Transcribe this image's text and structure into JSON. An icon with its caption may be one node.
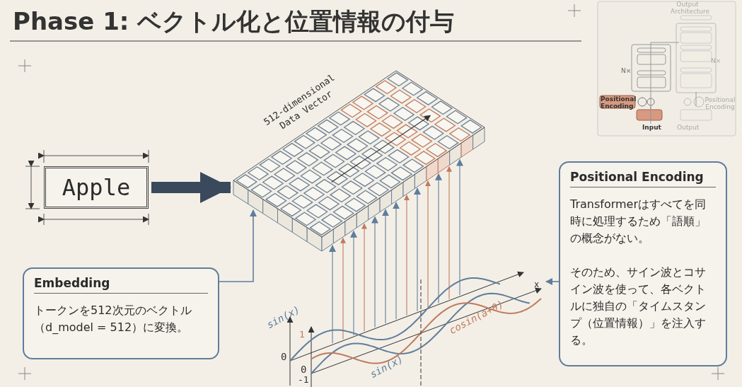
{
  "diagram": {
    "title": "Phase 1: ベクトル化と位置情報の付与",
    "nodes": [
      {
        "text": [
          "Apple"
        ]
      },
      {
        "text": [],
        "shape": "picture",
        "beside": [
          "512-dimensional Data Vector"
        ]
      },
      {
        "text": [
          "Embedding",
          "トークンを512次元のベクトル（d_model = 512）に変換。"
        ]
      },
      {
        "text": [
          "Positional Encoding",
          "Transformerはすべてを同時に処理するため「語順」の概念がない。",
          "そのため、サイン波とコサイン波を使って、各ベクトルに独自の「タイムスタンプ（位置情報）」を注入する。"
        ]
      },
      {
        "text": [],
        "shape": "picture"
      }
    ],
    "edges": [
      {
        "from": 0,
        "to": 1,
        "arrow": "to",
        "style": "thick"
      },
      {
        "from": 2,
        "to": 1,
        "arrow": "to"
      },
      {
        "from": 4,
        "to": 1,
        "arrow": "to"
      },
      {
        "from": 4,
        "to": 1,
        "arrow": "to",
        "color": "#c07a5e"
      },
      {
        "from": 4,
        "to": 1,
        "arrow": "to"
      },
      {
        "from": 4,
        "to": 1,
        "arrow": "to",
        "color": "#c07a5e"
      },
      {
        "from": 4,
        "to": 1,
        "arrow": "to"
      },
      {
        "from": 4,
        "to": 1,
        "arrow": "to"
      },
      {
        "from": 4,
        "to": 1,
        "arrow": "to"
      },
      {
        "from": 4,
        "to": 1,
        "arrow": "to",
        "color": "#c07a5e"
      },
      {
        "from": 4,
        "to": 1,
        "arrow": "to"
      },
      {
        "from": 4,
        "to": 1,
        "arrow": "to",
        "color": "#c07a5e"
      },
      {
        "from": 4,
        "to": 1,
        "arrow": "to"
      },
      {
        "from": 4,
        "to": 1,
        "arrow": "to",
        "color": "#c07a5e"
      },
      {
        "from": 4,
        "to": 1,
        "arrow": "to"
      },
      {
        "from": 3,
        "to": 4,
        "arrow": "to"
      }
    ],
    "labels": [
      "Output Architecture",
      "N×",
      "N×",
      "Positional Encoding",
      "Positional Encoding",
      "Input",
      "Output",
      "sin(x)",
      "1",
      "0",
      "0",
      "-1",
      "sin(x)",
      "cosin(a+θ)",
      "x"
    ]
  }
}
